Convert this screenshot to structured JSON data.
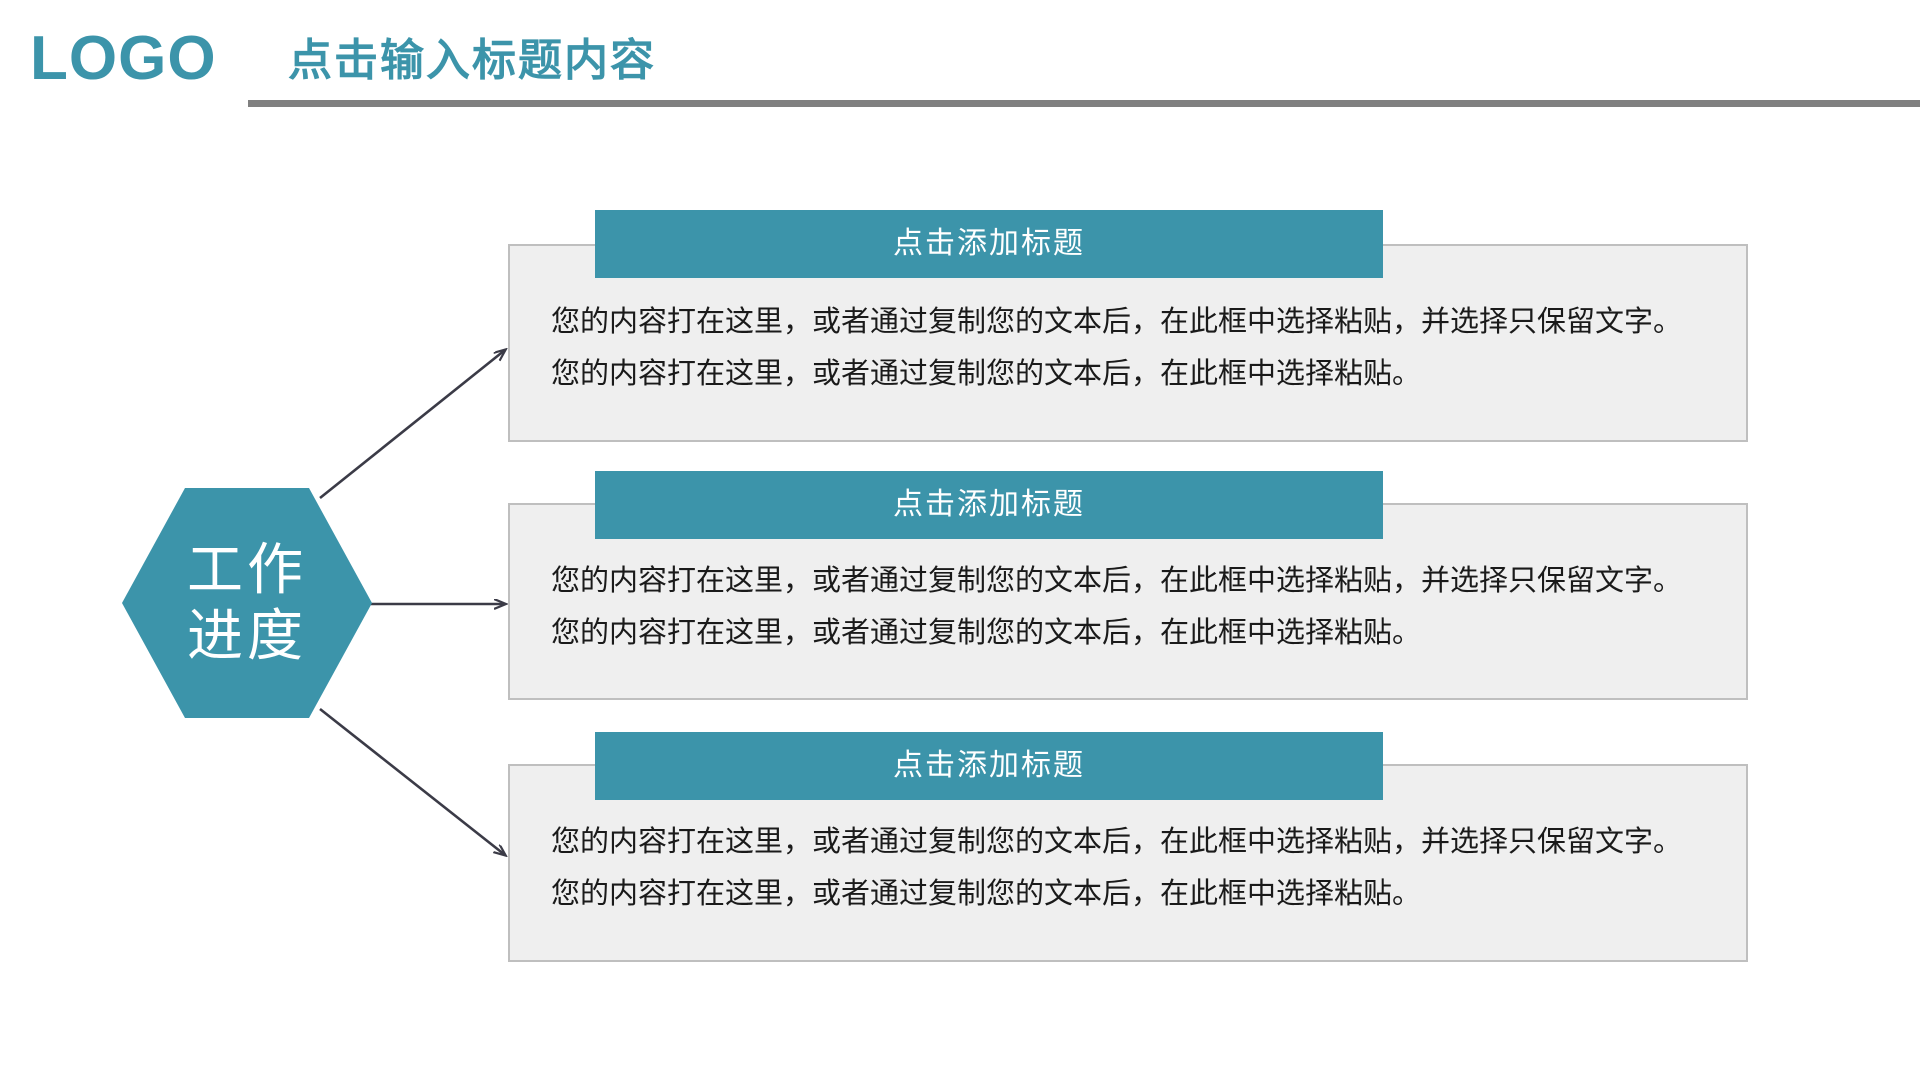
{
  "header": {
    "logo": "LOGO",
    "title": "点击输入标题内容"
  },
  "hexagon": {
    "line1": "工作",
    "line2": "进度"
  },
  "cards": [
    {
      "heading": "点击添加标题",
      "body": "您的内容打在这里，或者通过复制您的文本后，在此框中选择粘贴，并选择只保留文字。您的内容打在这里，或者通过复制您的文本后，在此框中选择粘贴。"
    },
    {
      "heading": "点击添加标题",
      "body": "您的内容打在这里，或者通过复制您的文本后，在此框中选择粘贴，并选择只保留文字。您的内容打在这里，或者通过复制您的文本后，在此框中选择粘贴。"
    },
    {
      "heading": "点击添加标题",
      "body": "您的内容打在这里，或者通过复制您的文本后，在此框中选择粘贴，并选择只保留文字。您的内容打在这里，或者通过复制您的文本后，在此框中选择粘贴。"
    }
  ],
  "colors": {
    "accent": "#3C94AA",
    "card_fill": "#EFEFEF",
    "card_border": "#BFBFBF",
    "rule": "#808080",
    "arrow": "#3B3B47"
  }
}
